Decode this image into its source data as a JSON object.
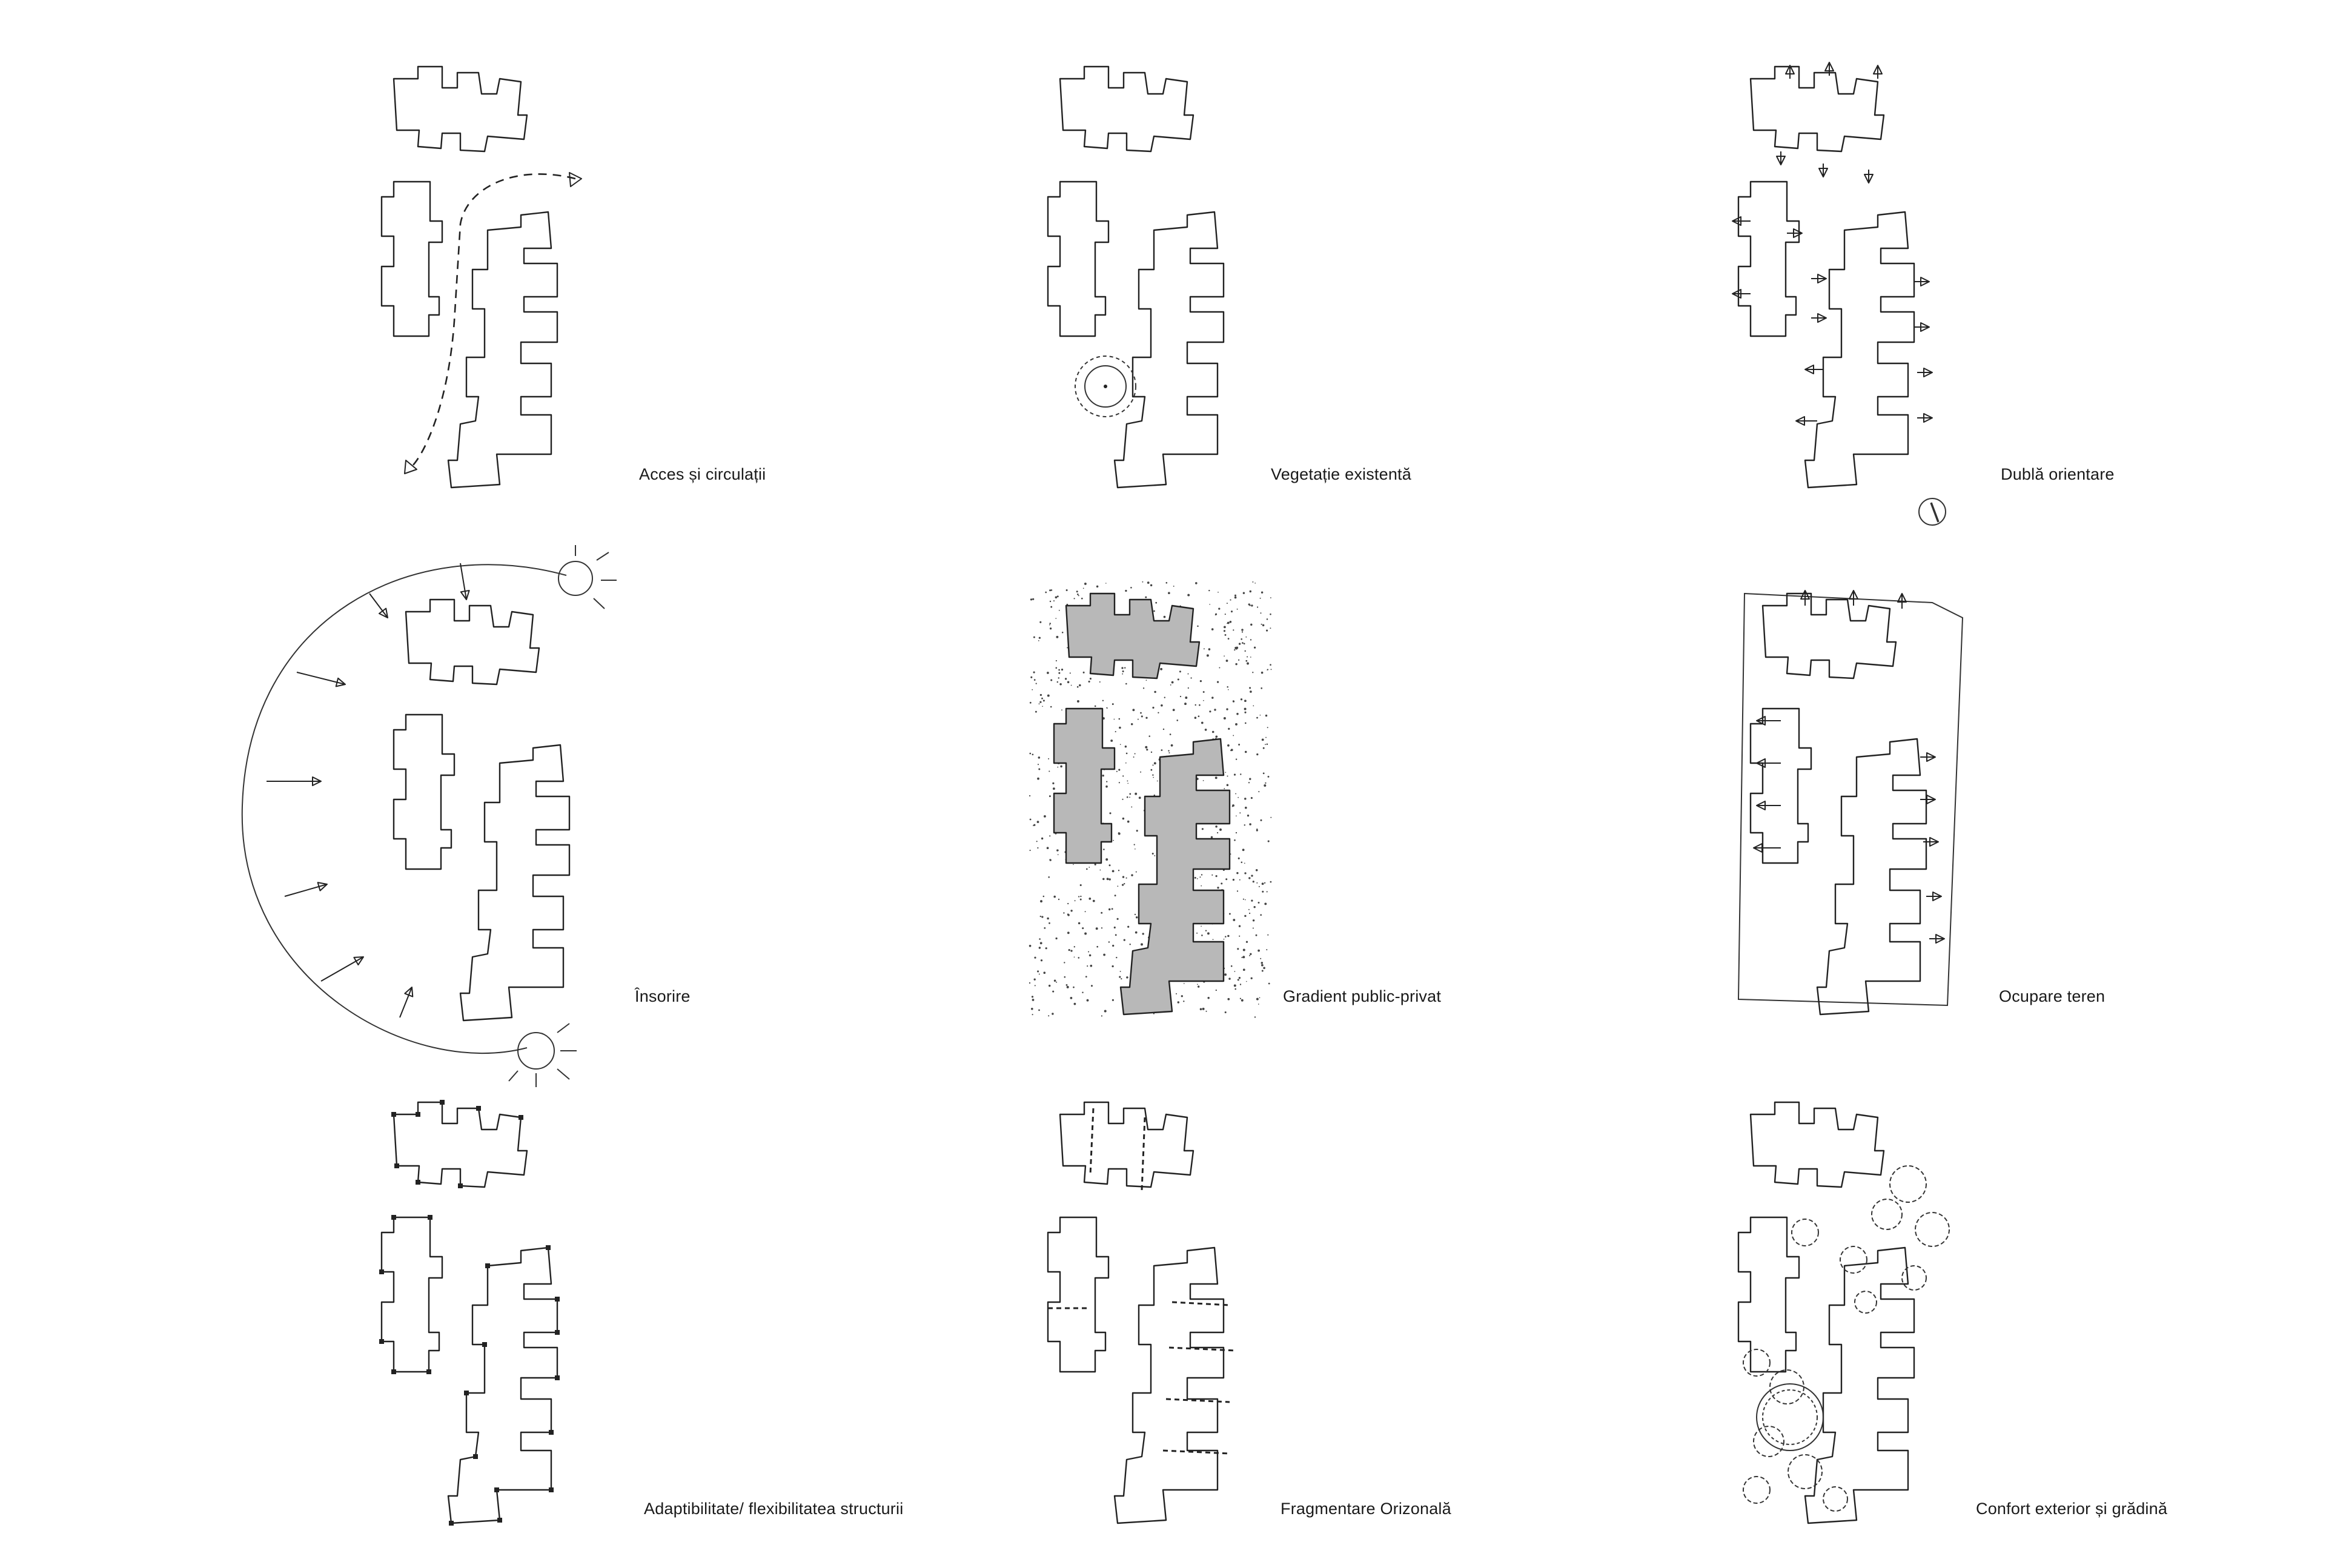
{
  "diagrams": [
    {
      "id": "acces",
      "caption": "Acces și circulații"
    },
    {
      "id": "vegetatie",
      "caption": "Vegetație existentă"
    },
    {
      "id": "orientare",
      "caption": "Dublă orientare"
    },
    {
      "id": "insorire",
      "caption": "Însorire"
    },
    {
      "id": "gradient",
      "caption": "Gradient public-privat"
    },
    {
      "id": "ocupare",
      "caption": "Ocupare teren"
    },
    {
      "id": "adaptabilitate",
      "caption": "Adaptibilitate/ flexibilitatea structurii"
    },
    {
      "id": "fragmentare",
      "caption": "Fragmentare Orizonală"
    },
    {
      "id": "confort",
      "caption": "Confort exterior și grădină"
    }
  ],
  "style": {
    "line_color": "#222222",
    "background": "#ffffff",
    "fill_gray": "#b8b8b8"
  }
}
